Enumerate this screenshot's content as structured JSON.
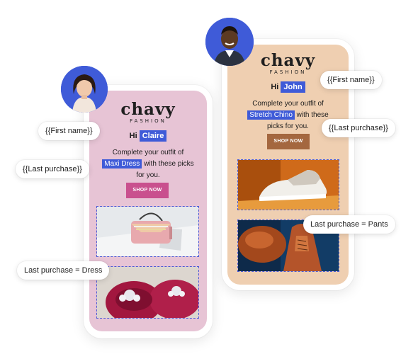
{
  "left_email": {
    "logo": {
      "brand": "chavy",
      "sub": "FASHION"
    },
    "greeting": "Hi",
    "first_name": "Claire",
    "body_before": "Complete your outfit of",
    "last_purchase": "Maxi Dress",
    "body_after": "with these picks for you.",
    "cta_label": "SHOP NOW",
    "accent": "#e7c4d5"
  },
  "right_email": {
    "logo": {
      "brand": "chavy",
      "sub": "FASHION"
    },
    "greeting": "Hi",
    "first_name": "John",
    "body_before": "Complete your outfit of",
    "last_purchase": "Stretch Chino",
    "body_after": "with these picks for you.",
    "cta_label": "SHOP NOW",
    "accent": "#efcfb1"
  },
  "tags": {
    "left_first_name": "{{First name}}",
    "left_last_purchase": "{{Last purchase}}",
    "left_rule": "Last purchase = Dress",
    "right_first_name": "{{First name}}",
    "right_last_purchase": "{{Last purchase}}",
    "right_rule": "Last purchase = Pants"
  },
  "colors": {
    "highlight": "#3f5bd8",
    "pink_button": "#c9508e",
    "brown_button": "#a4673f"
  }
}
